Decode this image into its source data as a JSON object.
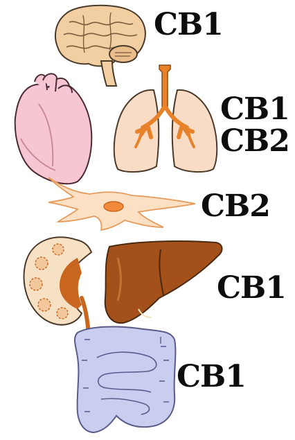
{
  "labels": {
    "brain": "CB1",
    "lungs_line1": "CB1",
    "lungs_line2": "CB2",
    "cell": "CB2",
    "liver": "CB1",
    "intestine": "CB1"
  },
  "colors": {
    "brain": "#f2cfa3",
    "heart": "#f6c7d3",
    "lung": "#f9dcc6",
    "airway": "#e8822a",
    "cell": "#fbe0c3",
    "cell_nucleus": "#f28a3c",
    "kidney": "#f7e1c5",
    "kidney_pelvis": "#c8661f",
    "liver": "#a4501a",
    "intestine": "#c9cdf0",
    "outline": "#4a3a2a"
  }
}
